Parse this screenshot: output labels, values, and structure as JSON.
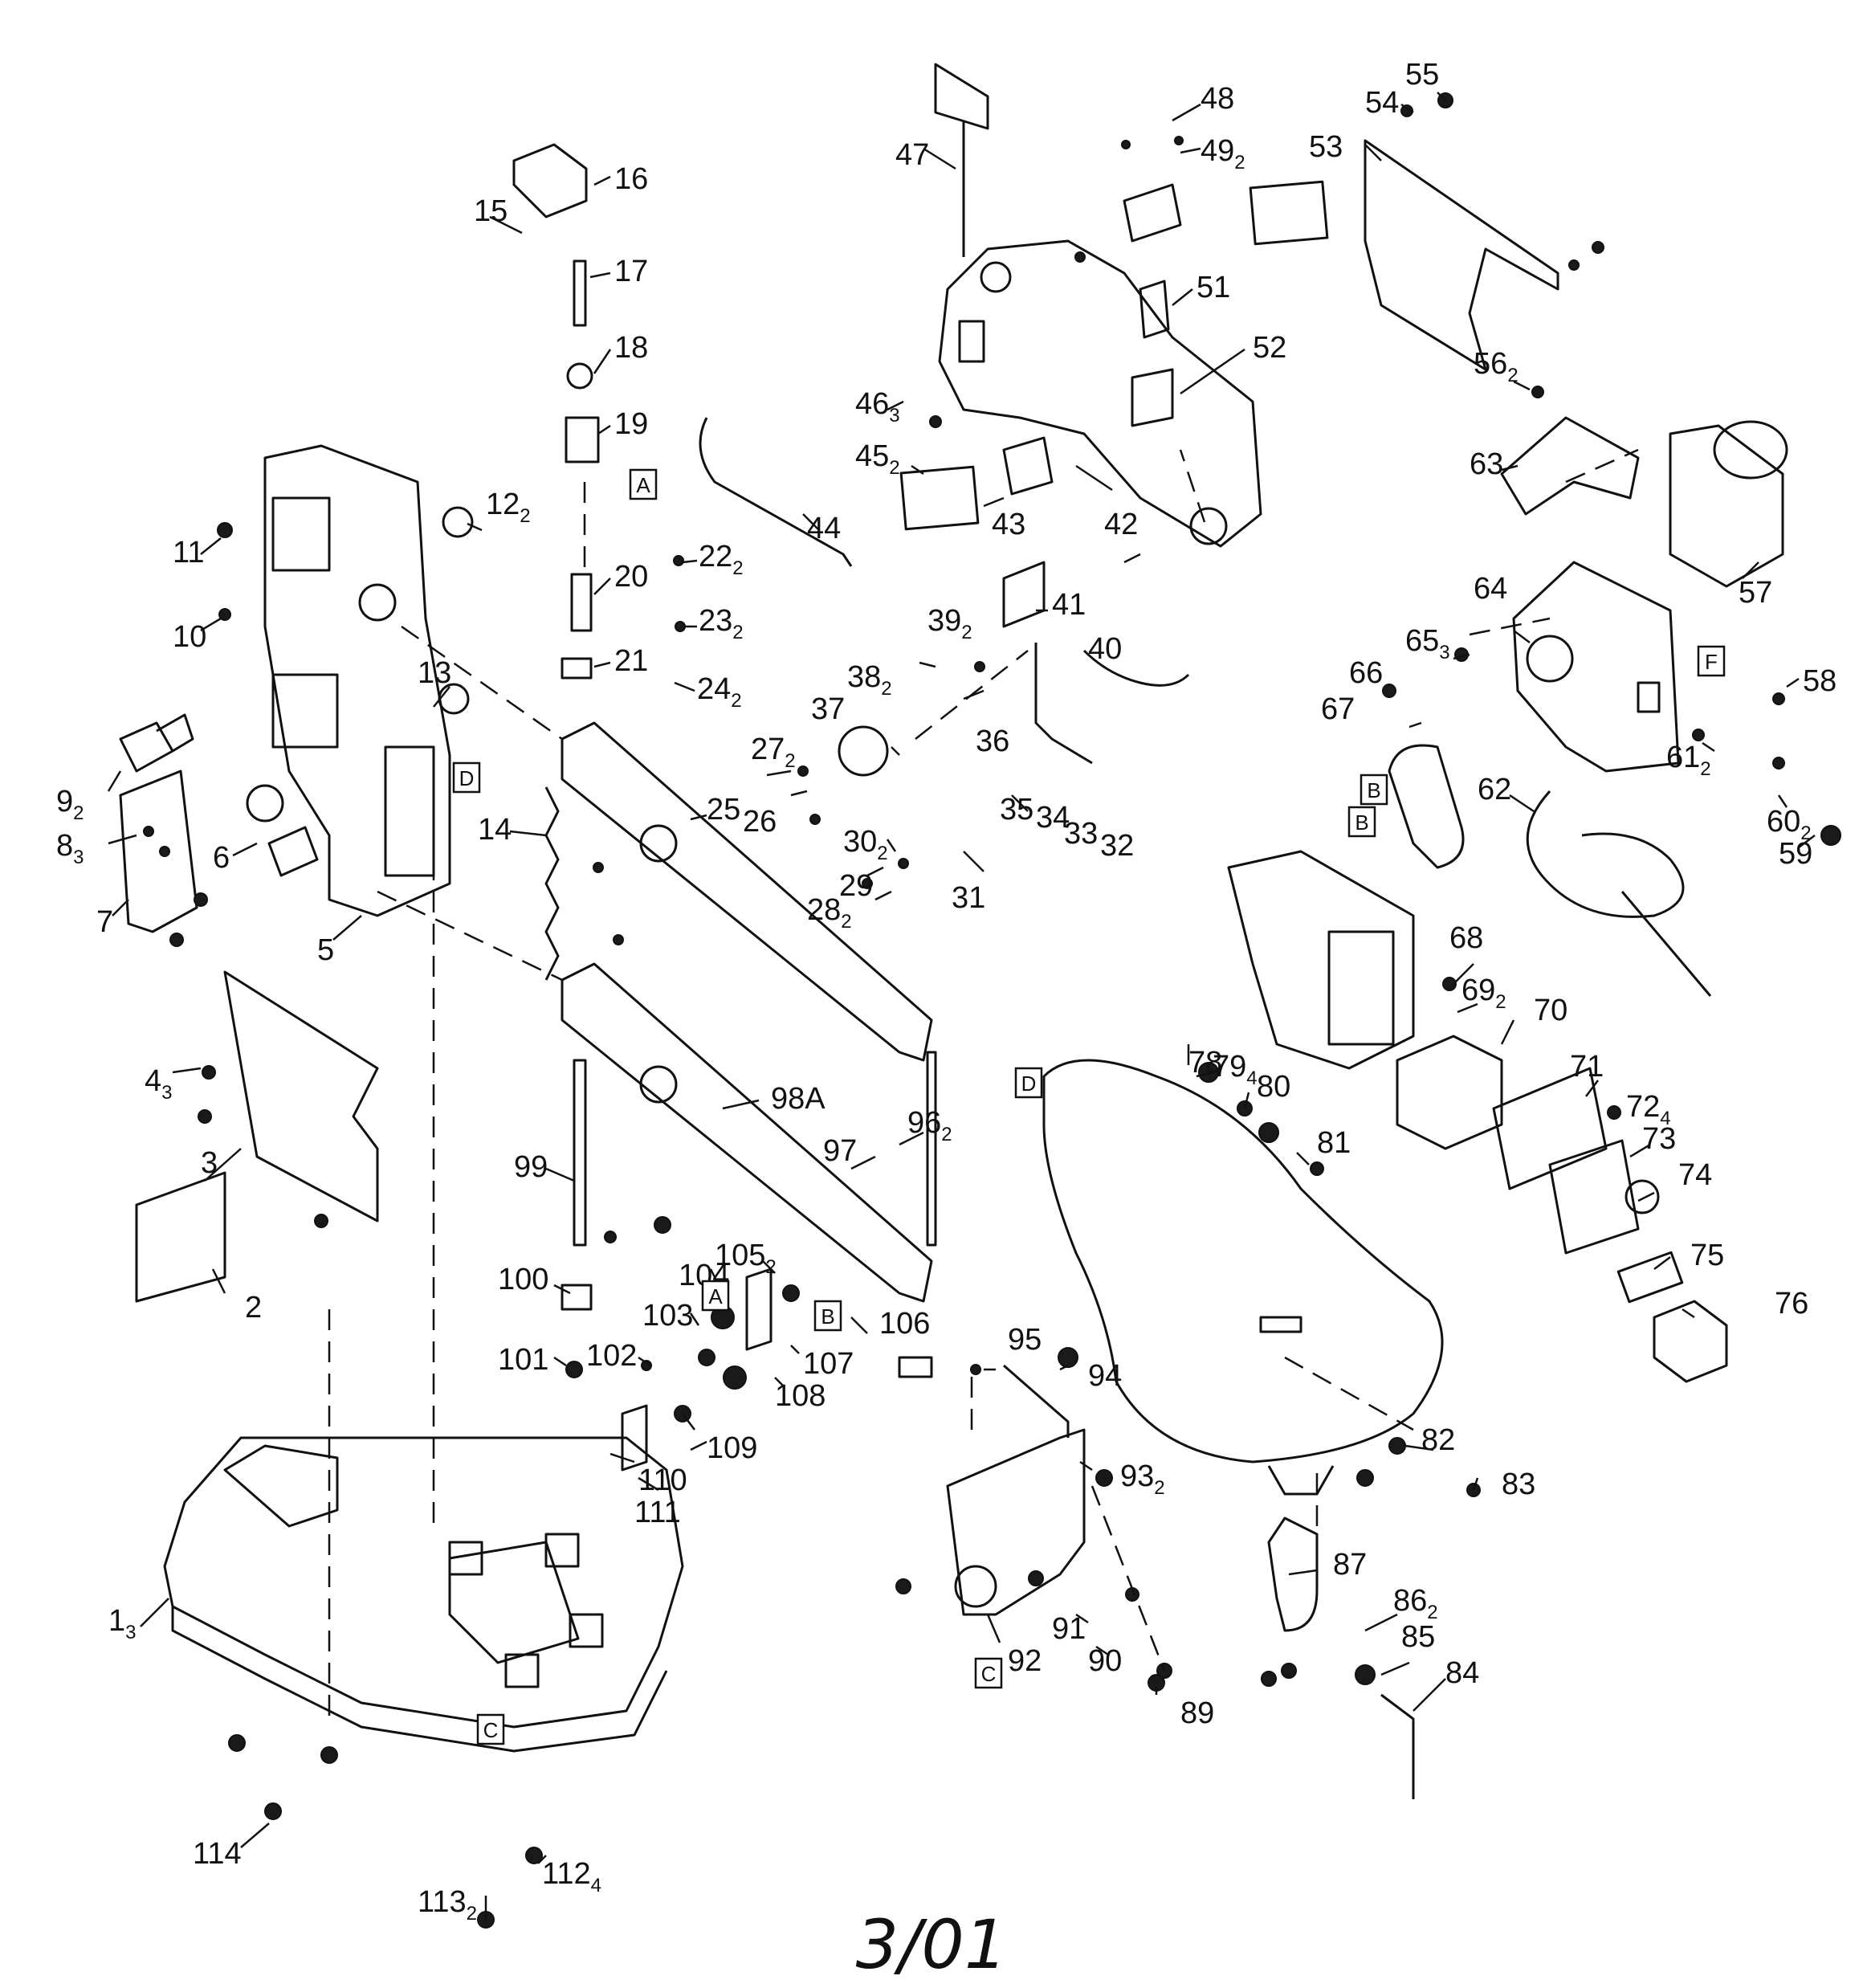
{
  "callouts": [
    {
      "n": "1",
      "s": "3"
    },
    {
      "n": "2",
      "s": ""
    },
    {
      "n": "3",
      "s": ""
    },
    {
      "n": "4",
      "s": "3"
    },
    {
      "n": "5",
      "s": ""
    },
    {
      "n": "6",
      "s": ""
    },
    {
      "n": "7",
      "s": ""
    },
    {
      "n": "8",
      "s": "3"
    },
    {
      "n": "9",
      "s": "2"
    },
    {
      "n": "10",
      "s": ""
    },
    {
      "n": "11",
      "s": ""
    },
    {
      "n": "12",
      "s": "2"
    },
    {
      "n": "13",
      "s": ""
    },
    {
      "n": "14",
      "s": ""
    },
    {
      "n": "15",
      "s": ""
    },
    {
      "n": "16",
      "s": ""
    },
    {
      "n": "17",
      "s": ""
    },
    {
      "n": "18",
      "s": ""
    },
    {
      "n": "19",
      "s": ""
    },
    {
      "n": "20",
      "s": ""
    },
    {
      "n": "21",
      "s": ""
    },
    {
      "n": "22",
      "s": "2"
    },
    {
      "n": "23",
      "s": "2"
    },
    {
      "n": "24",
      "s": "2"
    },
    {
      "n": "25",
      "s": ""
    },
    {
      "n": "26",
      "s": ""
    },
    {
      "n": "27",
      "s": "2"
    },
    {
      "n": "28",
      "s": "2"
    },
    {
      "n": "29",
      "s": ""
    },
    {
      "n": "30",
      "s": "2"
    },
    {
      "n": "31",
      "s": ""
    },
    {
      "n": "32",
      "s": ""
    },
    {
      "n": "33",
      "s": ""
    },
    {
      "n": "34",
      "s": ""
    },
    {
      "n": "35",
      "s": ""
    },
    {
      "n": "36",
      "s": ""
    },
    {
      "n": "37",
      "s": ""
    },
    {
      "n": "38",
      "s": "2"
    },
    {
      "n": "39",
      "s": "2"
    },
    {
      "n": "40",
      "s": ""
    },
    {
      "n": "41",
      "s": ""
    },
    {
      "n": "42",
      "s": ""
    },
    {
      "n": "43",
      "s": ""
    },
    {
      "n": "44",
      "s": ""
    },
    {
      "n": "45",
      "s": "2"
    },
    {
      "n": "46",
      "s": "3"
    },
    {
      "n": "47",
      "s": ""
    },
    {
      "n": "48",
      "s": ""
    },
    {
      "n": "49",
      "s": "2"
    },
    {
      "n": "51",
      "s": ""
    },
    {
      "n": "52",
      "s": ""
    },
    {
      "n": "53",
      "s": ""
    },
    {
      "n": "54",
      "s": ""
    },
    {
      "n": "55",
      "s": ""
    },
    {
      "n": "56",
      "s": "2"
    },
    {
      "n": "57",
      "s": ""
    },
    {
      "n": "58",
      "s": ""
    },
    {
      "n": "59",
      "s": ""
    },
    {
      "n": "60",
      "s": "2"
    },
    {
      "n": "61",
      "s": "2"
    },
    {
      "n": "62",
      "s": ""
    },
    {
      "n": "63",
      "s": ""
    },
    {
      "n": "64",
      "s": ""
    },
    {
      "n": "65",
      "s": "3"
    },
    {
      "n": "66",
      "s": ""
    },
    {
      "n": "67",
      "s": ""
    },
    {
      "n": "68",
      "s": ""
    },
    {
      "n": "69",
      "s": "2"
    },
    {
      "n": "70",
      "s": ""
    },
    {
      "n": "71",
      "s": ""
    },
    {
      "n": "72",
      "s": "4"
    },
    {
      "n": "73",
      "s": ""
    },
    {
      "n": "74",
      "s": ""
    },
    {
      "n": "75",
      "s": ""
    },
    {
      "n": "76",
      "s": ""
    },
    {
      "n": "78",
      "s": ""
    },
    {
      "n": "79",
      "s": "4"
    },
    {
      "n": "80",
      "s": ""
    },
    {
      "n": "81",
      "s": ""
    },
    {
      "n": "82",
      "s": ""
    },
    {
      "n": "83",
      "s": ""
    },
    {
      "n": "84",
      "s": ""
    },
    {
      "n": "85",
      "s": ""
    },
    {
      "n": "86",
      "s": "2"
    },
    {
      "n": "87",
      "s": ""
    },
    {
      "n": "89",
      "s": ""
    },
    {
      "n": "90",
      "s": ""
    },
    {
      "n": "91",
      "s": ""
    },
    {
      "n": "92",
      "s": ""
    },
    {
      "n": "93",
      "s": "2"
    },
    {
      "n": "94",
      "s": ""
    },
    {
      "n": "95",
      "s": ""
    },
    {
      "n": "96",
      "s": "2"
    },
    {
      "n": "97",
      "s": ""
    },
    {
      "n": "98A",
      "s": ""
    },
    {
      "n": "99",
      "s": ""
    },
    {
      "n": "100",
      "s": ""
    },
    {
      "n": "101",
      "s": ""
    },
    {
      "n": "102",
      "s": ""
    },
    {
      "n": "103",
      "s": ""
    },
    {
      "n": "104",
      "s": ""
    },
    {
      "n": "105",
      "s": "2"
    },
    {
      "n": "106",
      "s": ""
    },
    {
      "n": "107",
      "s": ""
    },
    {
      "n": "108",
      "s": ""
    },
    {
      "n": "109",
      "s": ""
    },
    {
      "n": "110",
      "s": ""
    },
    {
      "n": "111",
      "s": ""
    },
    {
      "n": "112",
      "s": "4"
    },
    {
      "n": "113",
      "s": "2"
    },
    {
      "n": "114",
      "s": ""
    }
  ],
  "references": [
    "A",
    "B",
    "C",
    "D",
    "F",
    "A",
    "B",
    "B",
    "C",
    "D"
  ],
  "date_mark": "3/01"
}
